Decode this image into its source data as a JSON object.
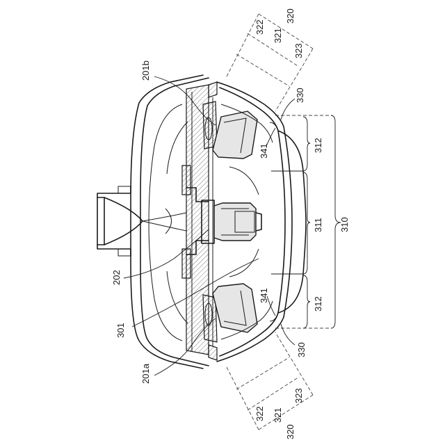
{
  "figure": {
    "labels": {
      "l201b": "201b",
      "l202": "202",
      "l301": "301",
      "l201a": "201a",
      "l341_top": "341",
      "l341_bottom": "341",
      "l330_top": "330",
      "l330_bottom": "330",
      "l310": "310",
      "l311": "311",
      "l312_top": "312",
      "l312_bottom": "312",
      "l320_top": "320",
      "l321_top": "321",
      "l322_top": "322",
      "l323_top": "323",
      "l320_bottom": "320",
      "l321_bottom": "321",
      "l322_bottom": "322",
      "l323_bottom": "323"
    }
  }
}
